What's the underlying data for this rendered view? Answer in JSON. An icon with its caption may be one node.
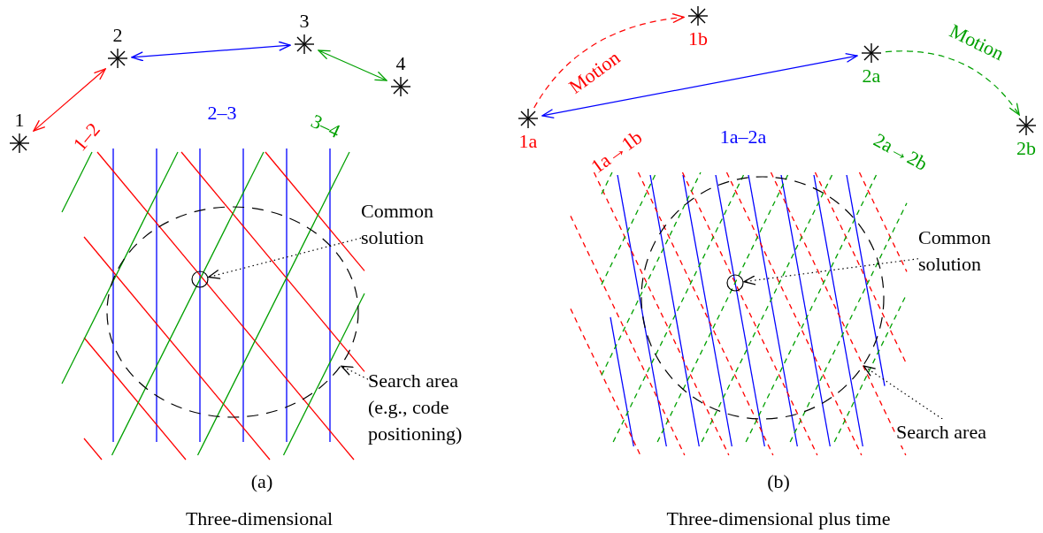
{
  "diagram": {
    "nodes": [
      {
        "text": [
          "1"
        ]
      },
      {
        "text": [
          "2"
        ]
      },
      {
        "text": [
          "3"
        ]
      },
      {
        "text": [
          "4"
        ]
      },
      {
        "text": [
          "Common solution"
        ]
      },
      {
        "text": [],
        "shape": "circle",
        "in": 7
      },
      {
        "text": [
          "Search area (e.g., code positioning)"
        ]
      },
      {
        "text": [],
        "shape": "circle"
      },
      {
        "text": [
          "1a"
        ]
      },
      {
        "text": [
          "1b"
        ]
      },
      {
        "text": [
          "2a"
        ]
      },
      {
        "text": [
          "2b"
        ]
      },
      {
        "text": [
          "Common solution"
        ]
      },
      {
        "text": [],
        "shape": "circle",
        "in": 15
      },
      {
        "text": [
          "Search area"
        ]
      },
      {
        "text": [],
        "shape": "circle"
      }
    ],
    "edges": [
      {
        "from": 0,
        "to": 1,
        "arrow": "both",
        "color": "#ff0000"
      },
      {
        "from": 1,
        "to": 2,
        "arrow": "both",
        "color": "#0000ff"
      },
      {
        "from": 2,
        "to": 3,
        "arrow": "both",
        "color": "#00a000"
      },
      {
        "from": 4,
        "to": 5,
        "arrow": "to",
        "style": "dashed"
      },
      {
        "from": 6,
        "to": 7,
        "arrow": "to",
        "style": "dashed"
      },
      {
        "from": 8,
        "to": 9,
        "arrow": "to",
        "label": "Motion",
        "style": "dashed",
        "color": "#ff0000"
      },
      {
        "from": 8,
        "to": 10,
        "arrow": "both",
        "color": "#0000ff"
      },
      {
        "from": 10,
        "to": 11,
        "arrow": "to",
        "label": "Motion",
        "style": "dashed",
        "color": "#00a000"
      },
      {
        "from": 12,
        "to": 13,
        "arrow": "to",
        "style": "dashed"
      },
      {
        "from": 14,
        "to": 15,
        "arrow": "to",
        "style": "dashed"
      }
    ],
    "labels": [
      "1–2",
      "2–3",
      "3–4",
      "(a)",
      "Three-dimensional",
      "1a→1b",
      "1a–2a",
      "2a→2b",
      "(b)",
      "Three-dimensional plus time"
    ]
  }
}
